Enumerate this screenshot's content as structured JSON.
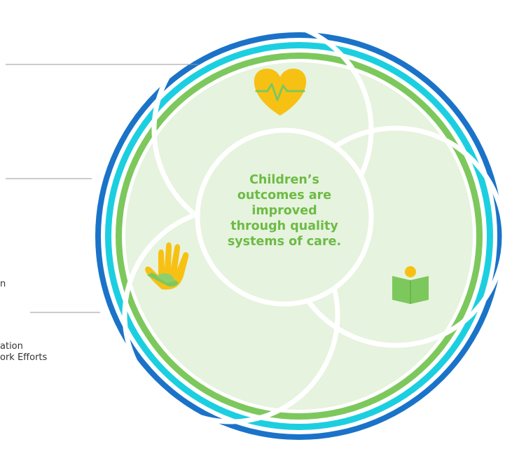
{
  "diagram": {
    "center_text": [
      "Children’s",
      "outcomes are",
      "improved",
      "through quality",
      "systems of care."
    ],
    "side_labels": {
      "fragment_middle": "n",
      "fragment_bottom_line1": "ation",
      "fragment_bottom_line2": "ork Efforts"
    },
    "icons": [
      "heart-pulse-icon",
      "helping-hands-icon",
      "reading-child-icon"
    ],
    "colors": {
      "outer_ring": "#1a73c8",
      "middle_ring": "#1ccfe0",
      "inner_ring": "#7dc85d",
      "fill": "#e6f3de",
      "center_text": "#6dbb45",
      "icon_yellow": "#f7c114",
      "icon_green": "#7dc85d"
    }
  }
}
